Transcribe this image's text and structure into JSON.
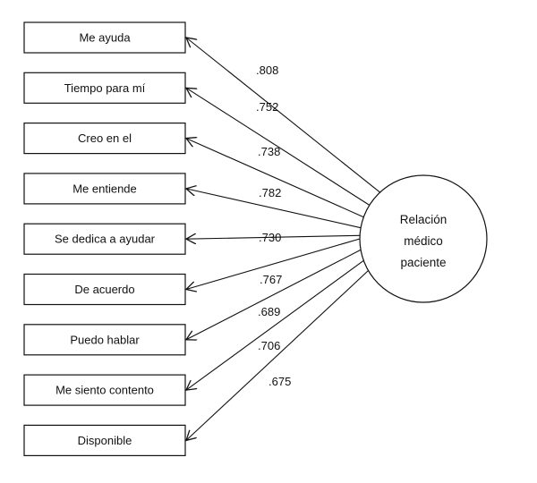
{
  "factor": {
    "lines": [
      "Relación",
      "médico",
      "paciente"
    ]
  },
  "items": [
    {
      "label": "Me ayuda",
      "loading": ".808"
    },
    {
      "label": "Tiempo para mí",
      "loading": ".752"
    },
    {
      "label": "Creo en el",
      "loading": ".738"
    },
    {
      "label": "Me entiende",
      "loading": ".782"
    },
    {
      "label": "Se dedica a ayudar",
      "loading": ".730"
    },
    {
      "label": "De acuerdo",
      "loading": ".767"
    },
    {
      "label": "Puedo hablar",
      "loading": ".689"
    },
    {
      "label": "Me siento contento",
      "loading": ".706"
    },
    {
      "label": "Disponible",
      "loading": ".675"
    }
  ]
}
